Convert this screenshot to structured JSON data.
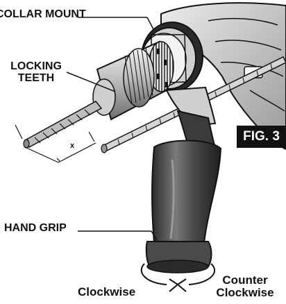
{
  "labels": {
    "collar_mount": "COLLAR MOUNT",
    "locking_line1": "LOCKING",
    "locking_line2": "TEETH",
    "x_dimension": "x",
    "hand_grip": "HAND GRIP",
    "clockwise": "Clockwise",
    "counter_line1": "Counter",
    "counter_line2": "Clockwise"
  },
  "figure_tag": "FIG. 3",
  "colors": {
    "ink": "#111111",
    "paper": "#ffffff",
    "grip_dark": "#3a3a3a",
    "grip_mid": "#6a6a6a",
    "metal_light": "#d9d9d9"
  }
}
